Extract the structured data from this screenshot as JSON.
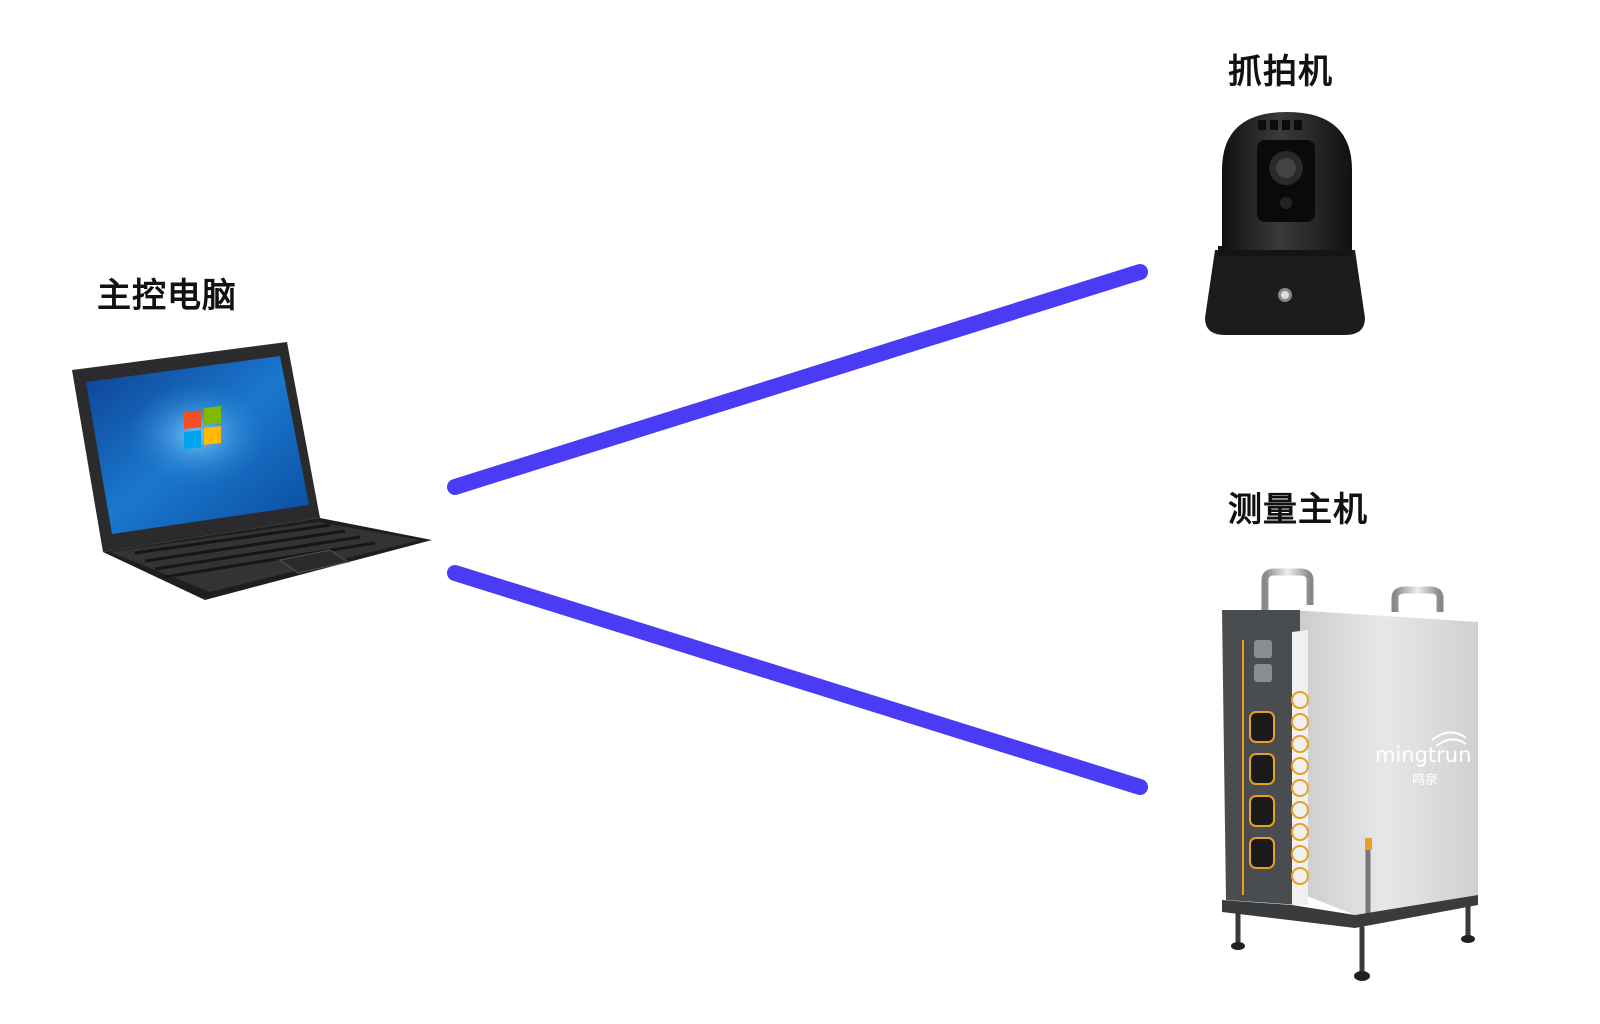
{
  "nodes": {
    "control_pc": {
      "label": "主控电脑",
      "icon": "laptop-icon"
    },
    "capture_camera": {
      "label": "抓拍机",
      "icon": "ptz-camera-icon"
    },
    "measuring_host": {
      "label": "测量主机",
      "icon": "measuring-host-icon",
      "brand": "mingtrun",
      "brand_cn": "鸣泉"
    }
  },
  "connections": [
    {
      "from": "主控电脑",
      "to": "抓拍机"
    },
    {
      "from": "主控电脑",
      "to": "测量主机"
    }
  ],
  "colors": {
    "link": "#4a3cf5",
    "label": "#111111",
    "laptop_body": "#2b2b2d",
    "screen_blue": "#1a6fc4",
    "camera_body": "#1f1f1f",
    "host_body": "#d9dadc",
    "host_panel": "#4a4d50",
    "host_accent": "#e8a020"
  }
}
